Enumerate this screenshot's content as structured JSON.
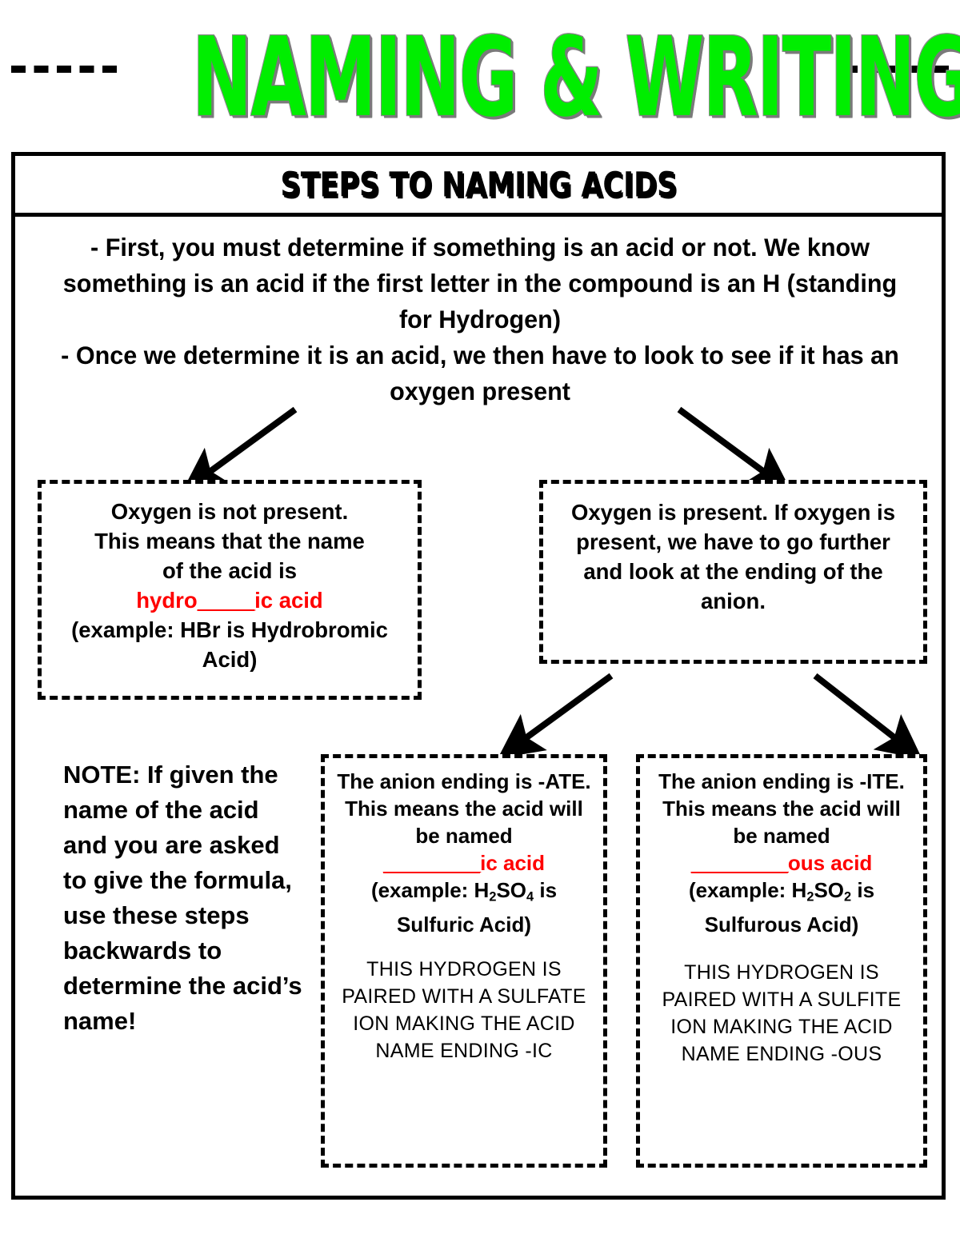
{
  "title": {
    "text": "NAMING & WRITING ACIDS",
    "color": "#00ee00",
    "shadow_color": "#7a7a7a",
    "left_rule": "dashed-rule",
    "right_rule": "dashed-rule"
  },
  "header": {
    "title": "STEPS TO NAMING ACIDS"
  },
  "intro": {
    "bullets": [
      "-   First, you must determine if something is an acid or not. We know something is an acid if the first letter in the compound is an H (standing for Hydrogen)",
      "-   Once we determine it is an acid, we then have to look to see if it has an oxygen present"
    ]
  },
  "boxes": {
    "no_oxygen": {
      "lines": [
        "Oxygen is not present.",
        "This means that the name",
        "of the acid is"
      ],
      "rule_prefix": "hydro",
      "rule_blank": "_____",
      "rule_suffix": "ic acid",
      "rule_color": "#ff0000",
      "example": "(example: HBr is Hydrobromic Acid)"
    },
    "yes_oxygen": {
      "text": "Oxygen is present. If oxygen is present, we have to go further and look at the ending of the anion."
    },
    "ate": {
      "intro": "The anion ending is -ATE. This means the acid will be named",
      "rule_blank": "_________",
      "rule_suffix": "ic acid",
      "rule_color": "#ff0000",
      "example_prefix": "(example: H",
      "example_sub1": "2",
      "example_mid": "SO",
      "example_sub2": "4",
      "example_suffix": " is Sulfuric Acid)",
      "caps": "THIS HYDROGEN IS PAIRED WITH A SULFATE ION MAKING THE ACID NAME ENDING -IC"
    },
    "ite": {
      "intro": "The anion ending is -ITE. This means the acid will be named",
      "rule_blank": "_________",
      "rule_suffix": "ous acid",
      "rule_color": "#ff0000",
      "example_prefix": "(example: H",
      "example_sub1": "2",
      "example_mid": "SO",
      "example_sub2": "2",
      "example_suffix": " is Sulfurous Acid)",
      "caps": "THIS HYDROGEN IS PAIRED WITH A SULFITE ION MAKING THE ACID NAME ENDING -OUS"
    }
  },
  "note": {
    "text": "NOTE: If given the name of the acid and you are asked to give the formula, use these steps backwards to determine the acid’s name!"
  },
  "arrows": {
    "count": 4,
    "color": "#000000",
    "labels": [
      "arrow-to-no-oxygen",
      "arrow-to-yes-oxygen",
      "arrow-to-ate",
      "arrow-to-ite"
    ]
  }
}
